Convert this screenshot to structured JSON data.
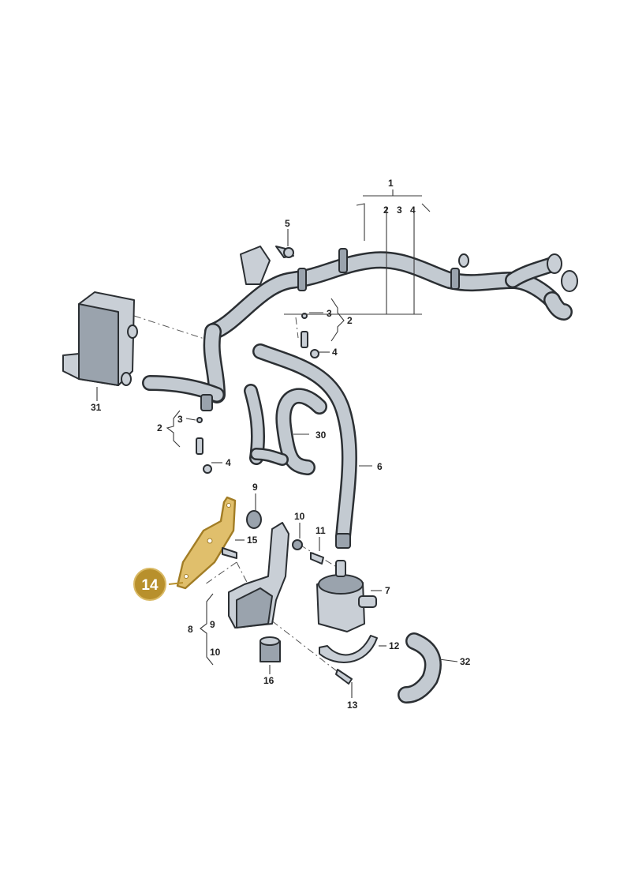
{
  "callouts": {
    "c1": "1",
    "c2a": "2",
    "c3a": "3",
    "c4a": "4",
    "c5": "5",
    "c3b": "3",
    "c2b": "2",
    "c4b": "4",
    "c31": "31",
    "c3c": "3",
    "c2c": "2",
    "c4c": "4",
    "c30": "30",
    "c6": "6",
    "c9a": "9",
    "c10a": "10",
    "c11": "11",
    "c15": "15",
    "c7": "7",
    "c8": "8",
    "c9b": "9",
    "c10b": "10",
    "c12": "12",
    "c32": "32",
    "c16": "16",
    "c13": "13"
  },
  "highlight": {
    "label": "14",
    "color": "#b8902c"
  }
}
